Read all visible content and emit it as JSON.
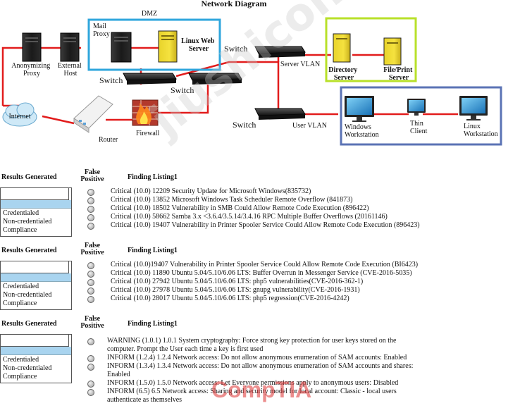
{
  "diagram": {
    "title": "Network Diagram",
    "dmz_label": "DMZ",
    "mail_proxy": "Mail\nProxy",
    "linux_web_server": "Linux Web\nServer",
    "anonymizing_proxy": "Anonymizing\nProxy",
    "external_host": "External\nHost",
    "switch_label": "Switch",
    "server_vlan": "Server VLAN",
    "user_vlan": "User VLAN",
    "directory_server": "Directory\nServer",
    "file_print_server": "File/Print\nServer",
    "internet": "Internet",
    "router": "Router",
    "firewall": "Firewall",
    "windows_workstation": "Windows\nWorkstation",
    "thin_client": "Thin\nClient",
    "linux_workstation": "Linux\nWorkstation",
    "colors": {
      "link": "#e21c1c",
      "dmz_border": "#2fa6dc",
      "server_border": "#b8e02a",
      "user_border": "#5b73b5"
    }
  },
  "results": [
    {
      "header": "Results Generated",
      "false_positive": "False\nPositive",
      "finding_listing": "Finding Listing1",
      "options": [
        "Credentialed",
        "Non-credentialed",
        "Compliance"
      ],
      "findings": [
        "Critical (10.0) 12209 Security Update for Microsoft Windows(835732)",
        "Critical (10.0) 13852 Microsoft Windows Task Scheduler Remote Overflow (841873)",
        "Critical (10.0) 18502 Vulnerability in SMB Could Allow Remote Code Execution (896422)",
        "Critical (10.0) 58662 Samba 3.x <3.6.4/3.5.14/3.4.16 RPC Multiple Buffer Overflows (20161146)",
        "Critical (10.0) 19407 Vulnerability in Printer Spooler Service Could Allow Remote Code Execution (896423)"
      ]
    },
    {
      "header": "Results Generated",
      "false_positive": "False\nPositive",
      "finding_listing": "Finding Listing1",
      "options": [
        "Credentialed",
        "Non-credentialed",
        "Compliance"
      ],
      "findings": [
        "Critical (10.0)19407 Vulnerability in Printer Spooler Service Could Allow Remote Code Execution (BI6423)",
        "Critical (10.0) 11890 Ubuntu 5.04/5.10/6.06 LTS: Buffer Overrun in Messenger Service (CVE-2016-5035)",
        "Critical (10.0) 27942 Ubuntu 5.04/5.10/6.06 LTS: php5 vulnerabilities(CVE-2016-362-1)",
        "Critical (10.0) 27978 Ubuntu 5.04/5.10/6.06 LTS: gnupg vulnerability(CVE-2016-1931)",
        "Critical (10.0) 28017 Ubuntu 5.04/5.10/6.06 LTS: php5 regression(CVE-2016-4242)"
      ]
    },
    {
      "header": "Results Generated",
      "false_positive": "False\nPositive",
      "finding_listing": "Finding Listing1",
      "options": [
        "Credentialed",
        "Non-credentialed",
        "Compliance"
      ],
      "findings": [
        "WARNING (1.0.1) 1.0.1 System cryptography: Force strong key protection for user keys stored on the computer. Prompt the User each time a key is first used",
        "INFORM (1.2.4) 1.2.4 Network access: Do not allow anonymous enumeration of SAM accounts: Enabled",
        "INFORM (1.3.4) 1.3.4 Network access: Do not allow anonymous enumeration of SAM accounts and shares: Enabled",
        "INFORM (1.5.0) 1.5.0 Network access: Let Everyone permissions apply to anonymous users: Disabled",
        "INFORM (6.5) 6.5 Network access: Sharing and security model for local account: Classic - local users authenticate as themselves"
      ]
    }
  ],
  "watermark": {
    "text1": "jiushicon.com",
    "text2": "CompTIA"
  }
}
